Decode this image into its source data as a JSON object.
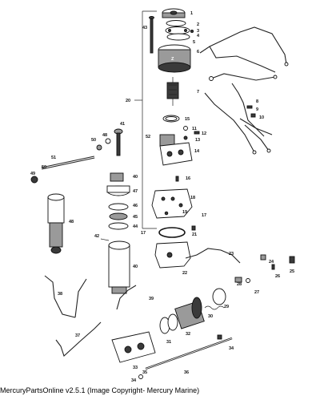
{
  "caption": "MercuryPartsOnline v2.5.1 (Image Copyright- Mercury Marine)",
  "callouts": {
    "c1": "1",
    "c2": "2",
    "c3": "3",
    "c4": "4",
    "c5": "5",
    "c6": "6",
    "c7": "7",
    "c8": "8",
    "c9": "9",
    "c10": "10",
    "c11": "11",
    "c12": "12",
    "c13": "13",
    "c14": "14",
    "c15": "15",
    "c16": "16",
    "c17": "17",
    "c18": "18",
    "c19": "19",
    "c20": "20",
    "c21": "21",
    "c22": "22",
    "c23": "23",
    "c24": "24",
    "c25": "25",
    "c26": "26",
    "c27": "27",
    "c28": "28",
    "c29": "29",
    "c30": "30",
    "c31": "31",
    "c32": "32",
    "c33": "33",
    "c34": "34",
    "c35": "35",
    "c36": "36",
    "c37": "37",
    "c38": "38",
    "c39": "39",
    "c40": "40",
    "c41": "41",
    "c42": "42",
    "c43": "43",
    "c44": "44",
    "c45": "45",
    "c46": "46",
    "c47": "47",
    "c48": "48",
    "c49": "49",
    "c50": "50",
    "c51": "51",
    "c52": "52"
  }
}
